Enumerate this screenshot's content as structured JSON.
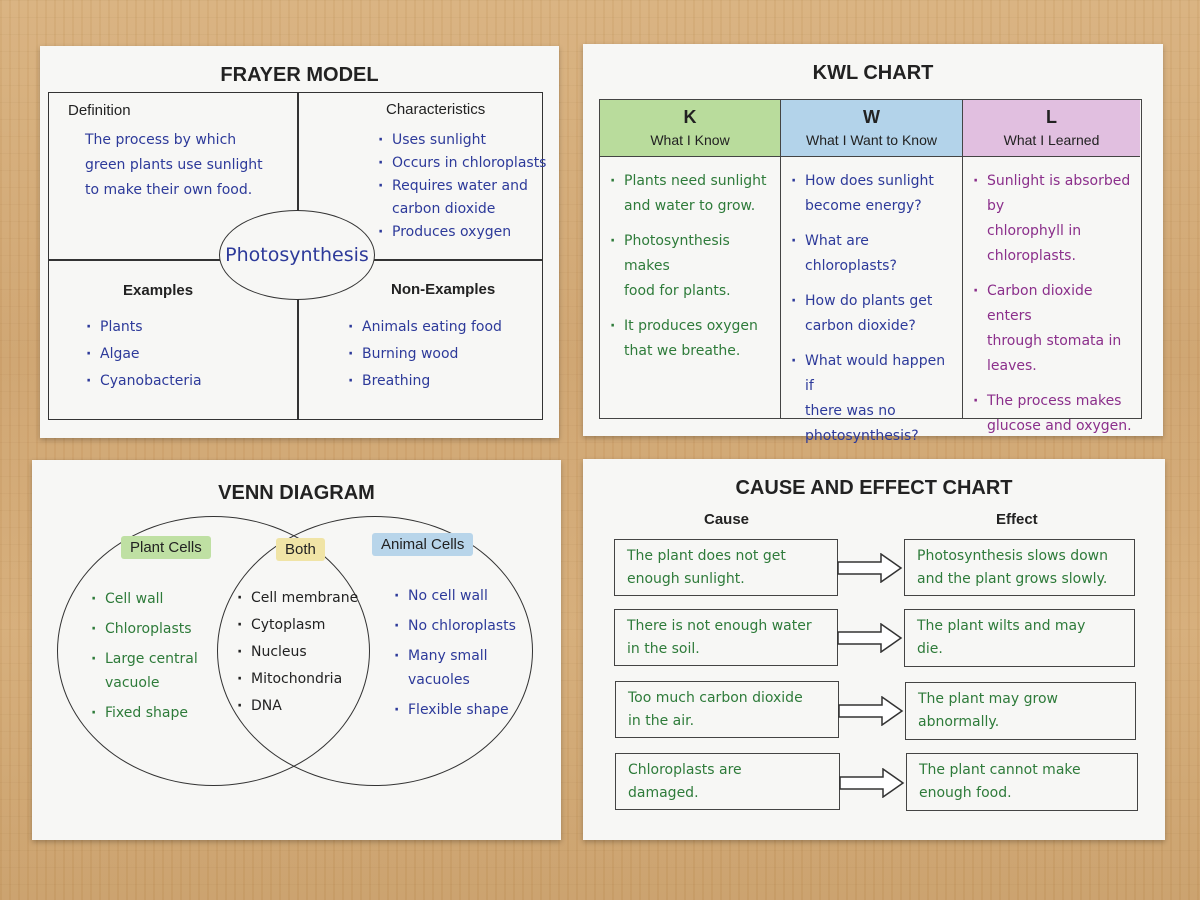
{
  "frayer": {
    "title": "FRAYER MODEL",
    "center": "Photosynthesis",
    "definition": {
      "label": "Definition",
      "lines": [
        "The process by which",
        "green plants use sunlight",
        "to make their own food."
      ]
    },
    "characteristics": {
      "label": "Characteristics",
      "items": [
        "Uses sunlight",
        "Occurs in chloroplasts",
        "Requires water and",
        "carbon dioxide",
        "Produces oxygen"
      ]
    },
    "examples": {
      "label": "Examples",
      "items": [
        "Plants",
        "Algae",
        "Cyanobacteria"
      ]
    },
    "non_examples": {
      "label": "Non-Examples",
      "items": [
        "Animals eating food",
        "Burning wood",
        "Breathing"
      ]
    }
  },
  "kwl": {
    "title": "KWL CHART",
    "columns": [
      {
        "letter": "K",
        "subtitle": "What I Know",
        "color": "#b9dc9c",
        "items": [
          [
            "Plants need sunlight",
            "and water to grow."
          ],
          [
            "Photosynthesis makes",
            "food for plants."
          ],
          [
            "It produces oxygen",
            "that we breathe."
          ]
        ]
      },
      {
        "letter": "W",
        "subtitle": "What I Want to Know",
        "color": "#b3d3ea",
        "items": [
          [
            "How does sunlight",
            "become energy?"
          ],
          [
            "What are chloroplasts?"
          ],
          [
            "How do plants get",
            "carbon dioxide?"
          ],
          [
            "What would happen if",
            "there was no",
            "photosynthesis?"
          ]
        ]
      },
      {
        "letter": "L",
        "subtitle": "What I Learned",
        "color": "#e1bfe0",
        "items": [
          [
            "Sunlight is absorbed by",
            "chlorophyll in",
            "chloroplasts."
          ],
          [
            "Carbon dioxide enters",
            "through stomata in",
            "leaves."
          ],
          [
            "The process makes",
            "glucose and oxygen."
          ]
        ]
      }
    ]
  },
  "venn": {
    "title": "VENN DIAGRAM",
    "left": {
      "label": "Plant Cells",
      "color": "#bfe0a3",
      "items": [
        [
          "Cell wall"
        ],
        [
          "Chloroplasts"
        ],
        [
          "Large central",
          "vacuole"
        ],
        [
          "Fixed shape"
        ]
      ]
    },
    "both": {
      "label": "Both",
      "color": "#f0e4a6",
      "items": [
        [
          "Cell membrane"
        ],
        [
          "Cytoplasm"
        ],
        [
          "Nucleus"
        ],
        [
          "Mitochondria"
        ],
        [
          "DNA"
        ]
      ]
    },
    "right": {
      "label": "Animal Cells",
      "color": "#b8d5ea",
      "items": [
        [
          "No cell wall"
        ],
        [
          "No chloroplasts"
        ],
        [
          "Many small",
          "vacuoles"
        ],
        [
          "Flexible shape"
        ]
      ]
    }
  },
  "cause_effect": {
    "title": "CAUSE AND EFFECT CHART",
    "cause_header": "Cause",
    "effect_header": "Effect",
    "rows": [
      {
        "cause": [
          "The plant does not get",
          "enough sunlight."
        ],
        "effect": [
          "Photosynthesis slows down",
          "and the plant grows slowly."
        ]
      },
      {
        "cause": [
          "There is not enough water",
          "in the soil."
        ],
        "effect": [
          "The plant wilts and may",
          "die."
        ]
      },
      {
        "cause": [
          "Too much carbon dioxide",
          "in the air."
        ],
        "effect": [
          "The plant may grow",
          "abnormally."
        ]
      },
      {
        "cause": [
          "Chloroplasts are",
          "damaged."
        ],
        "effect": [
          "The plant cannot make",
          "enough food."
        ]
      }
    ]
  }
}
